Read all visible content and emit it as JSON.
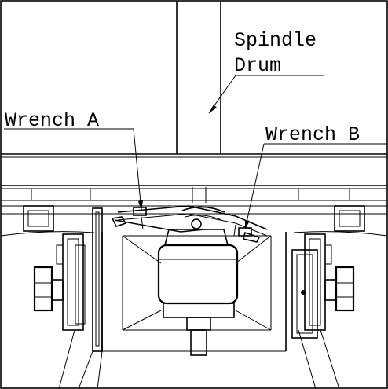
{
  "labels": {
    "spindle_line1": "Spindle",
    "spindle_line2": "Drum",
    "wrench_a": "Wrench A",
    "wrench_b": "Wrench B"
  }
}
